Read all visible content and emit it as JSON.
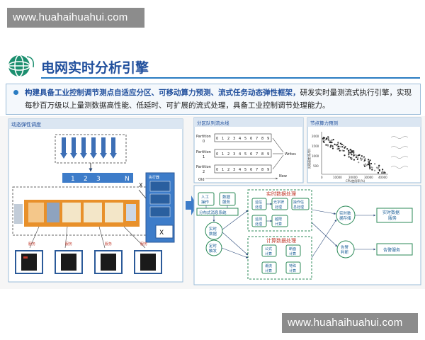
{
  "watermark": {
    "text": "www.huahaihuahui.com"
  },
  "header": {
    "title": "电网实时分析引擎",
    "bullet": {
      "highlight": "构建具备工业控制调节测点自适应分区、可移动算力预测、流式任务动态弹性框架，",
      "rest": "研发实时量测流式执行引擎，实现每秒百万级以上量测数据高性能、低延时、可扩展的流式处理，具备工业控制调节处理能力。"
    }
  },
  "panels": {
    "elastic": {
      "title": "动态弹性调度",
      "slots": [
        "1",
        "2",
        "3",
        "N"
      ],
      "executor_label": "执行器",
      "marker": "X",
      "bottom_labels": [
        "服务",
        "服务",
        "服务",
        "服务"
      ]
    },
    "partition": {
      "title": "分区队列流水线",
      "rows": [
        {
          "label": [
            "Partition",
            "0"
          ],
          "cells": [
            "0",
            "1",
            "2",
            "3",
            "4",
            "5",
            "6",
            "7",
            "8",
            "9"
          ]
        },
        {
          "label": [
            "Partition",
            "1"
          ],
          "cells": [
            "0",
            "1",
            "2",
            "3",
            "4",
            "5",
            "6",
            "7",
            "8",
            "9"
          ]
        },
        {
          "label": [
            "Partition",
            "2"
          ],
          "cells": [
            "0",
            "1",
            "2",
            "3",
            "4",
            "5",
            "6",
            "7",
            "8",
            "9"
          ]
        }
      ],
      "writes_label": "Writes",
      "old_label": "Old",
      "new_label": "New"
    },
    "compute": {
      "title": "节点算力预测",
      "xlabel": "CPU使用率(%)",
      "ylabel": "处理速度(条/秒)",
      "yticks": [
        "2000",
        "1500",
        "1000",
        "500"
      ],
      "xticks": [
        "0",
        "10000",
        "20000",
        "30000",
        "40000"
      ]
    },
    "flow": {
      "inputs": [
        {
          "id": "manual",
          "label": [
            "人工",
            "操作"
          ]
        },
        {
          "id": "data_source",
          "label": [
            "数据",
            "服务"
          ]
        }
      ],
      "bus_label": "分布式消息系统",
      "realtime_data": [
        "实时",
        "数据"
      ],
      "timer": [
        "定时",
        "触发"
      ],
      "realtime_group": {
        "title": "实时数据处理",
        "nodes": [
          [
            "遥信",
            "处理"
          ],
          [
            "光字牌",
            "处理"
          ],
          [
            "操作信",
            "息处理"
          ],
          [
            "遥测",
            "处理"
          ],
          [
            "越限",
            "计算"
          ]
        ]
      },
      "compute_group": {
        "title": "计算数据处理",
        "nodes": [
          [
            "公式",
            "计算"
          ],
          [
            "断面",
            "计算"
          ],
          [
            "潮流",
            "计算"
          ],
          [
            "特殊",
            "计算"
          ]
        ]
      },
      "realtime_store": [
        "实时数",
        "据存储"
      ],
      "alarm_check": [
        "告警",
        "判断"
      ],
      "out_realtime": [
        "实时数据",
        "服务"
      ],
      "out_alarm": "告警服务"
    }
  }
}
